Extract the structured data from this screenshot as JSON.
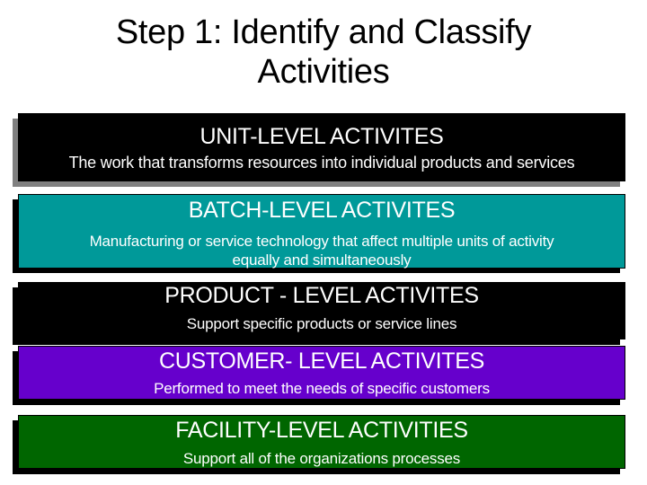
{
  "slide": {
    "title_line1": "Step 1: Identify and Classify",
    "title_line2": "Activities"
  },
  "levels": [
    {
      "heading": "UNIT-LEVEL ACTIVITES",
      "description": "The work that transforms resources into individual products and services",
      "color": "#000000",
      "shadow_color": "#808080"
    },
    {
      "heading": "BATCH-LEVEL ACTIVITES",
      "description_line1": "Manufacturing or service technology that affect multiple units of activity",
      "description_line2": "equally and simultaneously",
      "color": "#009999",
      "shadow_color": "#000000"
    },
    {
      "heading": "PRODUCT - LEVEL ACTIVITES",
      "description": "Support specific products or service lines",
      "color": "#000000",
      "shadow_color": "#000000"
    },
    {
      "heading": "CUSTOMER- LEVEL ACTIVITES",
      "description": "Performed to meet the needs of specific customers",
      "color": "#6600cc",
      "shadow_color": "#000000"
    },
    {
      "heading": "FACILITY-LEVEL ACTIVITIES",
      "description": "Support all of the organizations processes",
      "color": "#006600",
      "shadow_color": "#000000"
    }
  ]
}
